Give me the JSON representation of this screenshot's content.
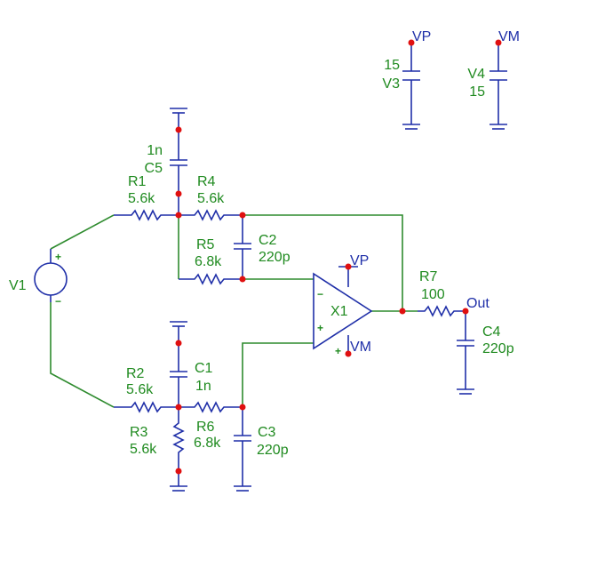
{
  "nets": {
    "vp": "VP",
    "vm": "VM",
    "out": "Out"
  },
  "sources": {
    "v1": {
      "name": "V1"
    },
    "v3": {
      "name": "V3",
      "value": "15"
    },
    "v4": {
      "name": "V4",
      "value": "15"
    }
  },
  "components": {
    "r1": {
      "name": "R1",
      "value": "5.6k"
    },
    "r2": {
      "name": "R2",
      "value": "5.6k"
    },
    "r3": {
      "name": "R3",
      "value": "5.6k"
    },
    "r4": {
      "name": "R4",
      "value": "5.6k"
    },
    "r5": {
      "name": "R5",
      "value": "6.8k"
    },
    "r6": {
      "name": "R6",
      "value": "6.8k"
    },
    "r7": {
      "name": "R7",
      "value": "100"
    },
    "c1": {
      "name": "C1",
      "value": "1n"
    },
    "c2": {
      "name": "C2",
      "value": "220p"
    },
    "c3": {
      "name": "C3",
      "value": "220p"
    },
    "c4": {
      "name": "C4",
      "value": "220p"
    },
    "c5": {
      "name": "C5",
      "value": "1n"
    }
  },
  "opamp": {
    "name": "X1"
  },
  "pins": {
    "plus": "+",
    "minus": "−"
  },
  "colors": {
    "wire": "#2e8b2e",
    "component": "#1f2fa8",
    "node": "#e01010",
    "label": "#1f8a1f"
  }
}
